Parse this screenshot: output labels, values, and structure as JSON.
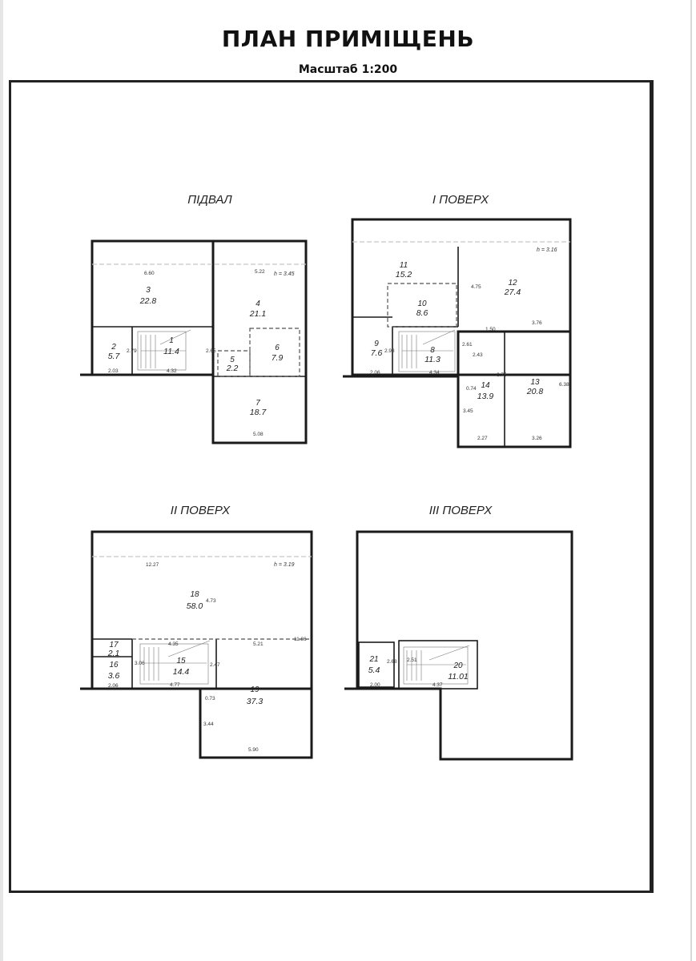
{
  "header": {
    "title": "ПЛАН ПРИМІЩЕНЬ",
    "scale": "Масштаб 1:200"
  },
  "floors": {
    "basement": {
      "title": "ПІДВАЛ",
      "height": "h = 3.45",
      "rooms": [
        {
          "num": "1",
          "area": "11.4"
        },
        {
          "num": "2",
          "area": "5.7"
        },
        {
          "num": "3",
          "area": "22.8"
        },
        {
          "num": "4",
          "area": "21.1"
        },
        {
          "num": "5",
          "area": "2.2"
        },
        {
          "num": "6",
          "area": "7.9"
        },
        {
          "num": "7",
          "area": "18.7"
        }
      ],
      "dims": [
        "6.60",
        "5.22",
        "2.79",
        "2.03",
        "4.32",
        "2.65",
        "5.08"
      ]
    },
    "first": {
      "title": "І ПОВЕРХ",
      "height": "h = 3.16",
      "rooms": [
        {
          "num": "8",
          "area": "11.3"
        },
        {
          "num": "9",
          "area": "7.6"
        },
        {
          "num": "10",
          "area": "8.6"
        },
        {
          "num": "11",
          "area": "15.2"
        },
        {
          "num": "12",
          "area": "27.4"
        },
        {
          "num": "13",
          "area": "20.8"
        },
        {
          "num": "14",
          "area": "13.9"
        }
      ],
      "dims": [
        "4.75",
        "1.50",
        "3.76",
        "2.98",
        "2.61",
        "2.43",
        "2.06",
        "4.34",
        "0.74",
        "6.75",
        "6.38",
        "3.45",
        "2.27",
        "3.26"
      ]
    },
    "second": {
      "title": "ІІ ПОВЕРХ",
      "height": "h = 3.19",
      "rooms": [
        {
          "num": "15",
          "area": "14.4"
        },
        {
          "num": "16",
          "area": "3.6"
        },
        {
          "num": "17",
          "area": "2.1"
        },
        {
          "num": "18",
          "area": "58.0"
        },
        {
          "num": "19",
          "area": "37.3"
        }
      ],
      "dims": [
        "12.27",
        "4.73",
        "11.86",
        "4.35",
        "5.21",
        "3.06",
        "2.47",
        "2.06",
        "4.77",
        "0.73",
        "3.44",
        "5.90"
      ]
    },
    "third": {
      "title": "ІІІ ПОВЕРХ",
      "rooms": [
        {
          "num": "20",
          "area": "11.01"
        },
        {
          "num": "21",
          "area": "5.4"
        }
      ],
      "dims": [
        "2.68",
        "2.51",
        "2.00",
        "4.37"
      ]
    }
  }
}
